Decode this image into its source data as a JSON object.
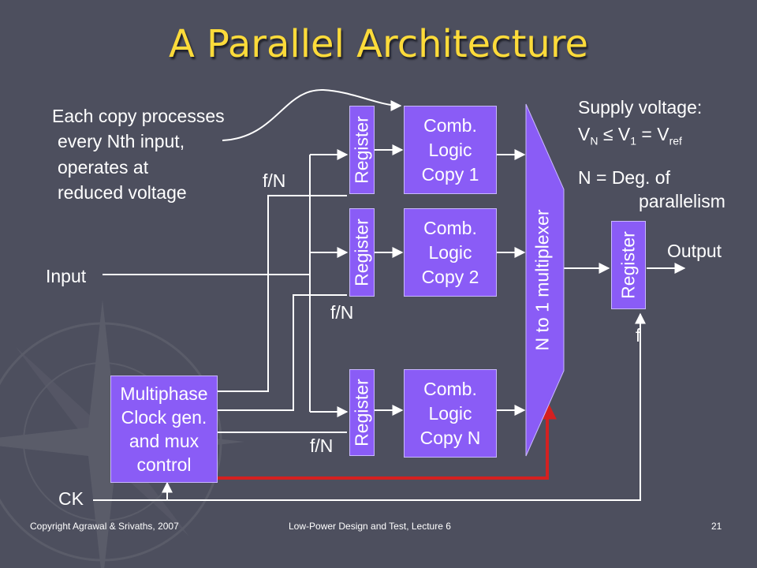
{
  "slide": {
    "title": "A Parallel Architecture",
    "annotation_lines": [
      "Each copy processes",
      "every Nth input,",
      "operates at",
      "reduced voltage"
    ],
    "supply": {
      "line1": "Supply voltage:",
      "v_n": "V",
      "v_n_sub": "N",
      "leq": " ≤ ",
      "v_1": "V",
      "v_1_sub": "1",
      "eq": " = ",
      "v_ref": "V",
      "v_ref_sub": "ref"
    },
    "parallelism": [
      "N = Deg. of",
      "parallelism"
    ],
    "labels": {
      "input": "Input",
      "output": "Output",
      "ck": "CK",
      "f_n_1": "f/N",
      "f_n_2": "f/N",
      "f_n_3": "f/N",
      "f": "f"
    },
    "register_label": "Register",
    "logic_blocks": [
      [
        "Comb.",
        "Logic",
        "Copy 1"
      ],
      [
        "Comb.",
        "Logic",
        "Copy 2"
      ],
      [
        "Comb.",
        "Logic",
        "Copy N"
      ]
    ],
    "multiplexer_label": "N to 1 multiplexer",
    "clock_block": [
      "Multiphase",
      "Clock gen.",
      "and mux",
      "control"
    ],
    "footer": {
      "left": "Copyright Agrawal & Srivaths, 2007",
      "center": "Low-Power Design and Test, Lecture 6",
      "page": "21"
    },
    "colors": {
      "background": "#4d4f5e",
      "title": "#fddb3a",
      "block_fill": "#8a5cf6",
      "control_line": "#d42020",
      "wire": "#ffffff"
    }
  }
}
